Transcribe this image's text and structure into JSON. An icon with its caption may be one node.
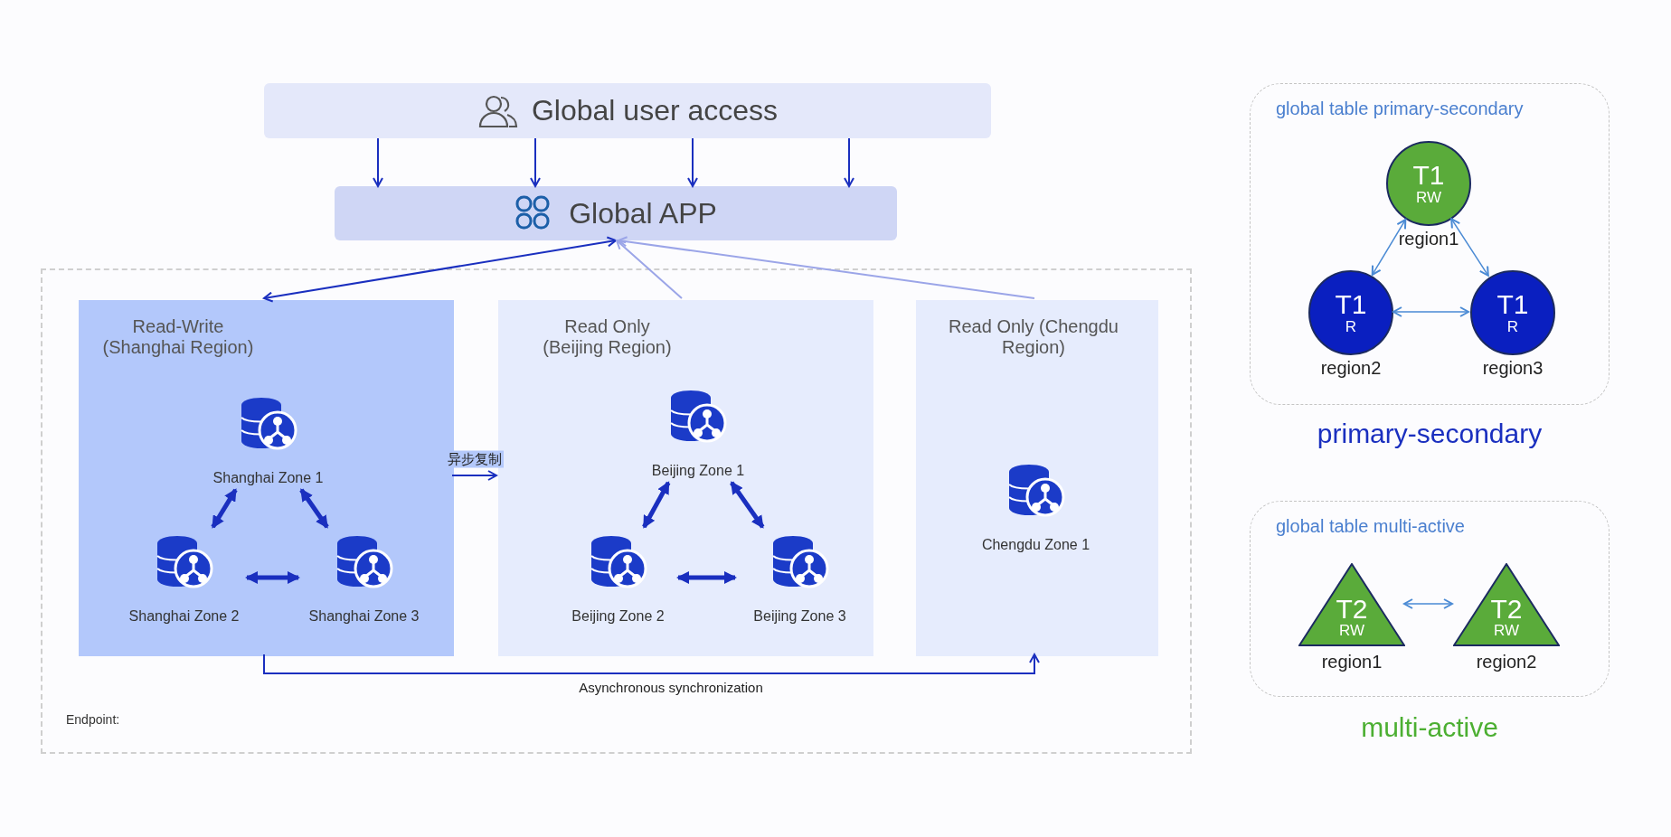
{
  "diagram": {
    "nodes": [
      {
        "text": [
          "Global user access"
        ]
      },
      {
        "text": [
          "Global APP"
        ]
      },
      {
        "text": [],
        "shape": "box"
      },
      {
        "text": [
          "Read-Write (Shanghai Region)"
        ],
        "in": 2
      },
      {
        "text": [
          "Shanghai Zone 1"
        ],
        "in": 3
      },
      {
        "text": [
          "Shanghai Zone 2"
        ],
        "in": 3
      },
      {
        "text": [
          "Shanghai Zone 3"
        ],
        "in": 3
      },
      {
        "text": [
          "Read Only (Beijing Region)"
        ],
        "in": 2
      },
      {
        "text": [
          "Beijing Zone 1"
        ],
        "in": 7
      },
      {
        "text": [
          "Beijing Zone 2"
        ],
        "in": 7
      },
      {
        "text": [
          "Beijing Zone 3"
        ],
        "in": 7
      },
      {
        "text": [
          "Read Only (Chengdu Region)"
        ],
        "in": 2
      },
      {
        "text": [
          "Chengdu Zone 1"
        ],
        "in": 11
      },
      {
        "text": [
          "global table primary-secondary"
        ],
        "beside": [
          "primary-secondary"
        ]
      },
      {
        "text": [
          "T1",
          "RW"
        ],
        "beside": [
          "region1"
        ],
        "in": 13
      },
      {
        "text": [
          "T1",
          "R"
        ],
        "beside": [
          "region2"
        ],
        "in": 13
      },
      {
        "text": [
          "T1",
          "R"
        ],
        "beside": [
          "region3"
        ],
        "in": 13
      },
      {
        "text": [
          "global table multi-active"
        ],
        "beside": [
          "multi-active"
        ]
      },
      {
        "text": [
          "T2",
          "RW"
        ],
        "beside": [
          "region1"
        ],
        "in": 17
      },
      {
        "text": [
          "T2",
          "RW"
        ],
        "beside": [
          "region2"
        ],
        "in": 17
      }
    ],
    "edges": [
      {
        "from": 0,
        "to": 1,
        "arrow": "to"
      },
      {
        "from": 0,
        "to": 1,
        "arrow": "to"
      },
      {
        "from": 0,
        "to": 1,
        "arrow": "to"
      },
      {
        "from": 0,
        "to": 1,
        "arrow": "to"
      },
      {
        "from": 1,
        "to": 3,
        "arrow": "both"
      },
      {
        "from": 7,
        "to": 1,
        "arrow": "to",
        "color": "#9ba5e8"
      },
      {
        "from": 11,
        "to": 1,
        "arrow": "to",
        "color": "#9ba5e8"
      },
      {
        "from": 3,
        "to": 7,
        "arrow": "to",
        "label": "异步复制"
      },
      {
        "from": 3,
        "to": 11,
        "arrow": "to",
        "label": "Asynchronous synchronization"
      },
      {
        "from": 4,
        "to": 5,
        "arrow": "both",
        "style": "thick"
      },
      {
        "from": 4,
        "to": 6,
        "arrow": "both",
        "style": "thick"
      },
      {
        "from": 5,
        "to": 6,
        "arrow": "both",
        "style": "thick"
      },
      {
        "from": 8,
        "to": 9,
        "arrow": "both",
        "style": "thick"
      },
      {
        "from": 8,
        "to": 10,
        "arrow": "both",
        "style": "thick"
      },
      {
        "from": 9,
        "to": 10,
        "arrow": "both",
        "style": "thick"
      },
      {
        "from": 14,
        "to": 15,
        "arrow": "both",
        "color": "#4a8ad4"
      },
      {
        "from": 14,
        "to": 16,
        "arrow": "both",
        "color": "#4a8ad4"
      },
      {
        "from": 15,
        "to": 16,
        "arrow": "both",
        "color": "#4a8ad4"
      },
      {
        "from": 18,
        "to": 19,
        "arrow": "both",
        "color": "#4a8ad4"
      }
    ],
    "labels": [
      "Endpoint:"
    ]
  }
}
